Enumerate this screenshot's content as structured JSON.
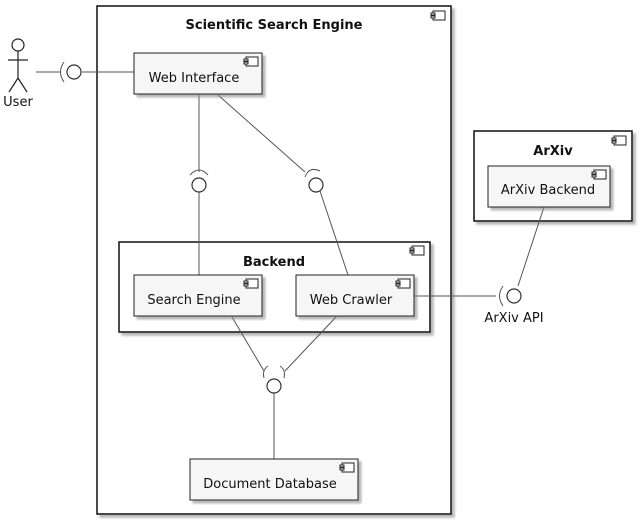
{
  "containers": {
    "engine": {
      "title": "Scientific Search Engine"
    },
    "backend": {
      "title": "Backend"
    },
    "arxiv": {
      "title": "ArXiv"
    }
  },
  "components": {
    "web_interface": "Web Interface",
    "search_engine": "Search Engine",
    "web_crawler": "Web Crawler",
    "document_database": "Document Database",
    "arxiv_backend": "ArXiv Backend"
  },
  "actors": {
    "user": "User"
  },
  "interfaces": {
    "arxiv_api": "ArXiv API"
  }
}
